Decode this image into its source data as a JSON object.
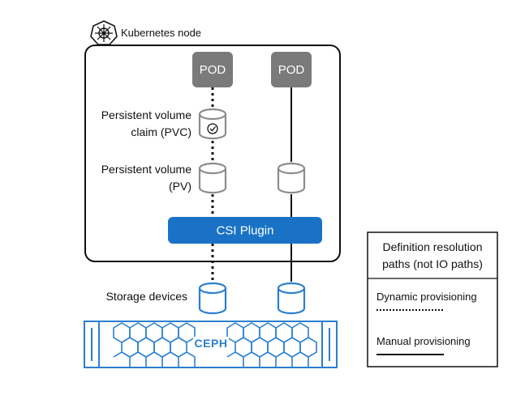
{
  "node": {
    "title": "Kubernetes node",
    "icon": "kubernetes-icon"
  },
  "pods": [
    {
      "label": "POD"
    },
    {
      "label": "POD"
    }
  ],
  "labels": {
    "pvc_line1": "Persistent volume",
    "pvc_line2": "claim (PVC)",
    "pv_line1": "Persistent volume",
    "pv_line2": "(PV)",
    "storage": "Storage devices"
  },
  "csi": {
    "label": "CSI Plugin"
  },
  "ceph": {
    "label": "CEPH"
  },
  "legend": {
    "title_line1": "Definition resolution",
    "title_line2": "paths (not IO paths)",
    "dynamic": "Dynamic provisioning",
    "manual": "Manual provisioning"
  },
  "colors": {
    "pod": "#7a7a7a",
    "csi": "#1a72c6",
    "ceph": "#2a7fd0",
    "cylinder": "#8c8c8c"
  }
}
